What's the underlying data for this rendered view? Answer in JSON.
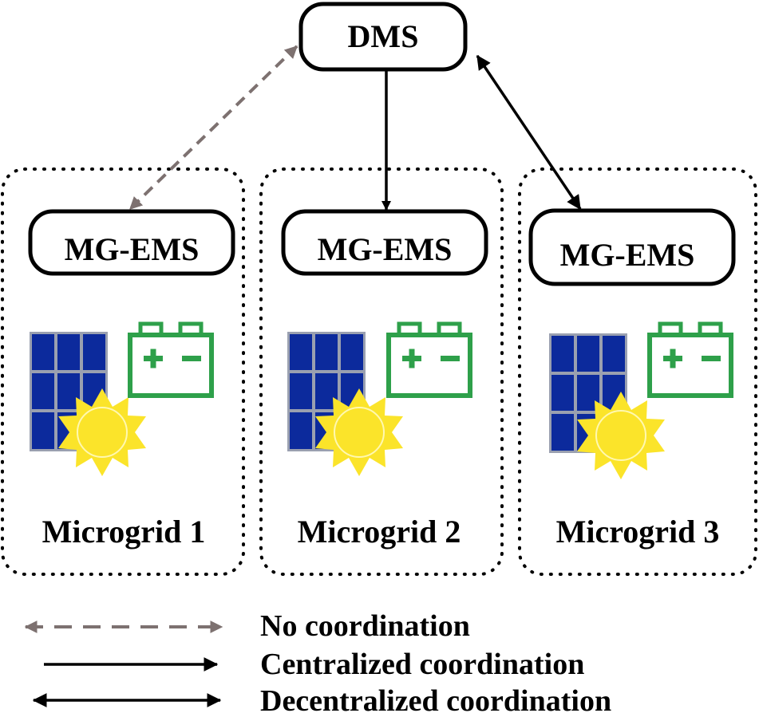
{
  "dms": {
    "label": "DMS"
  },
  "microgrids": [
    {
      "ems_label": "MG-EMS",
      "name": "Microgrid 1",
      "link": "none"
    },
    {
      "ems_label": "MG-EMS",
      "name": "Microgrid 2",
      "link": "centralized"
    },
    {
      "ems_label": "MG-EMS",
      "name": "Microgrid 3",
      "link": "decentralized"
    }
  ],
  "legend": [
    {
      "type": "none",
      "label": "No coordination"
    },
    {
      "type": "centralized",
      "label": "Centralized coordination"
    },
    {
      "type": "decentralized",
      "label": "Decentralized coordination"
    }
  ],
  "colors": {
    "line": "#000000",
    "no_coordination": "#7d7170",
    "solar_panel": "#0c2a9c",
    "solar_frame": "#9aa0b0",
    "battery": "#2ea04a",
    "sun": "#fbe42a"
  },
  "icons": [
    "solar-panel-icon",
    "sun-icon",
    "battery-icon"
  ]
}
